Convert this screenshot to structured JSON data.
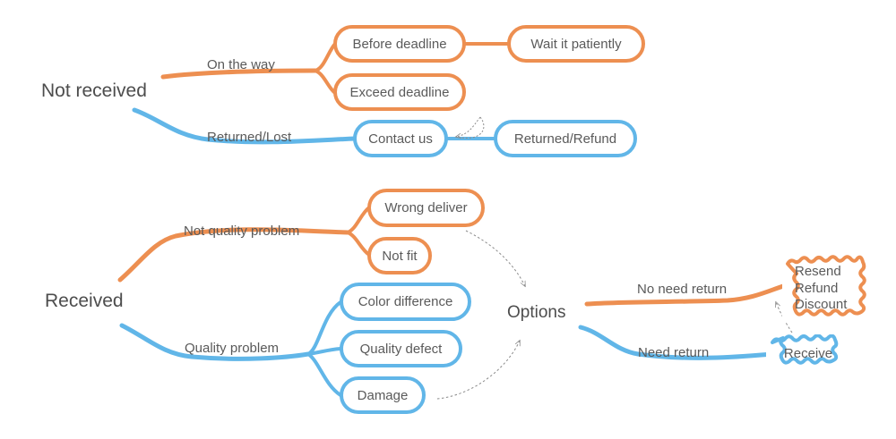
{
  "diagram": {
    "title": "Order issue resolution mind map",
    "colors": {
      "orange": "#ed8f51",
      "blue": "#61b6e8",
      "text": "#5a5a5a",
      "root_text": "#4d4d4d",
      "background": "#ffffff",
      "annotation": "#8a8a8a"
    },
    "roots": [
      {
        "id": "not-received",
        "label": "Not received"
      },
      {
        "id": "received",
        "label": "Received"
      }
    ],
    "hub": {
      "id": "options",
      "label": "Options"
    },
    "edge_labels": [
      {
        "id": "on-the-way",
        "label": "On the way",
        "color": "orange"
      },
      {
        "id": "returned-lost",
        "label": "Returned/Lost",
        "color": "blue"
      },
      {
        "id": "not-quality-problem",
        "label": "Not quality problem",
        "color": "orange"
      },
      {
        "id": "quality-problem",
        "label": "Quality problem",
        "color": "blue"
      },
      {
        "id": "no-need-return",
        "label": "No need return",
        "color": "orange"
      },
      {
        "id": "need-return",
        "label": "Need return",
        "color": "blue"
      }
    ],
    "nodes": [
      {
        "id": "before-deadline",
        "label": "Before deadline",
        "color": "orange"
      },
      {
        "id": "wait-it-patiently",
        "label": "Wait it patiently",
        "color": "orange"
      },
      {
        "id": "exceed-deadline",
        "label": "Exceed deadline",
        "color": "orange"
      },
      {
        "id": "contact-us",
        "label": "Contact us",
        "color": "blue"
      },
      {
        "id": "returned-refund",
        "label": "Returned/Refund",
        "color": "blue"
      },
      {
        "id": "wrong-deliver",
        "label": "Wrong deliver",
        "color": "orange"
      },
      {
        "id": "not-fit",
        "label": "Not fit",
        "color": "orange"
      },
      {
        "id": "color-difference",
        "label": "Color difference",
        "color": "blue"
      },
      {
        "id": "quality-defect",
        "label": "Quality defect",
        "color": "blue"
      },
      {
        "id": "damage",
        "label": "Damage",
        "color": "blue"
      }
    ],
    "sketch_nodes": [
      {
        "id": "resend-refund-discount",
        "label": "Resend\nRefund\nDiscount",
        "color": "orange"
      },
      {
        "id": "receive",
        "label": "Receive",
        "color": "blue"
      }
    ],
    "annotation_arrows": [
      {
        "id": "returned-refund-to-contact-us",
        "from": "returned-refund",
        "to": "contact-us"
      },
      {
        "id": "wrong-deliver-to-options",
        "from": "wrong-deliver",
        "to": "options"
      },
      {
        "id": "damage-to-options",
        "from": "damage",
        "to": "options"
      },
      {
        "id": "receive-to-resend",
        "from": "receive",
        "to": "resend-refund-discount"
      }
    ]
  }
}
